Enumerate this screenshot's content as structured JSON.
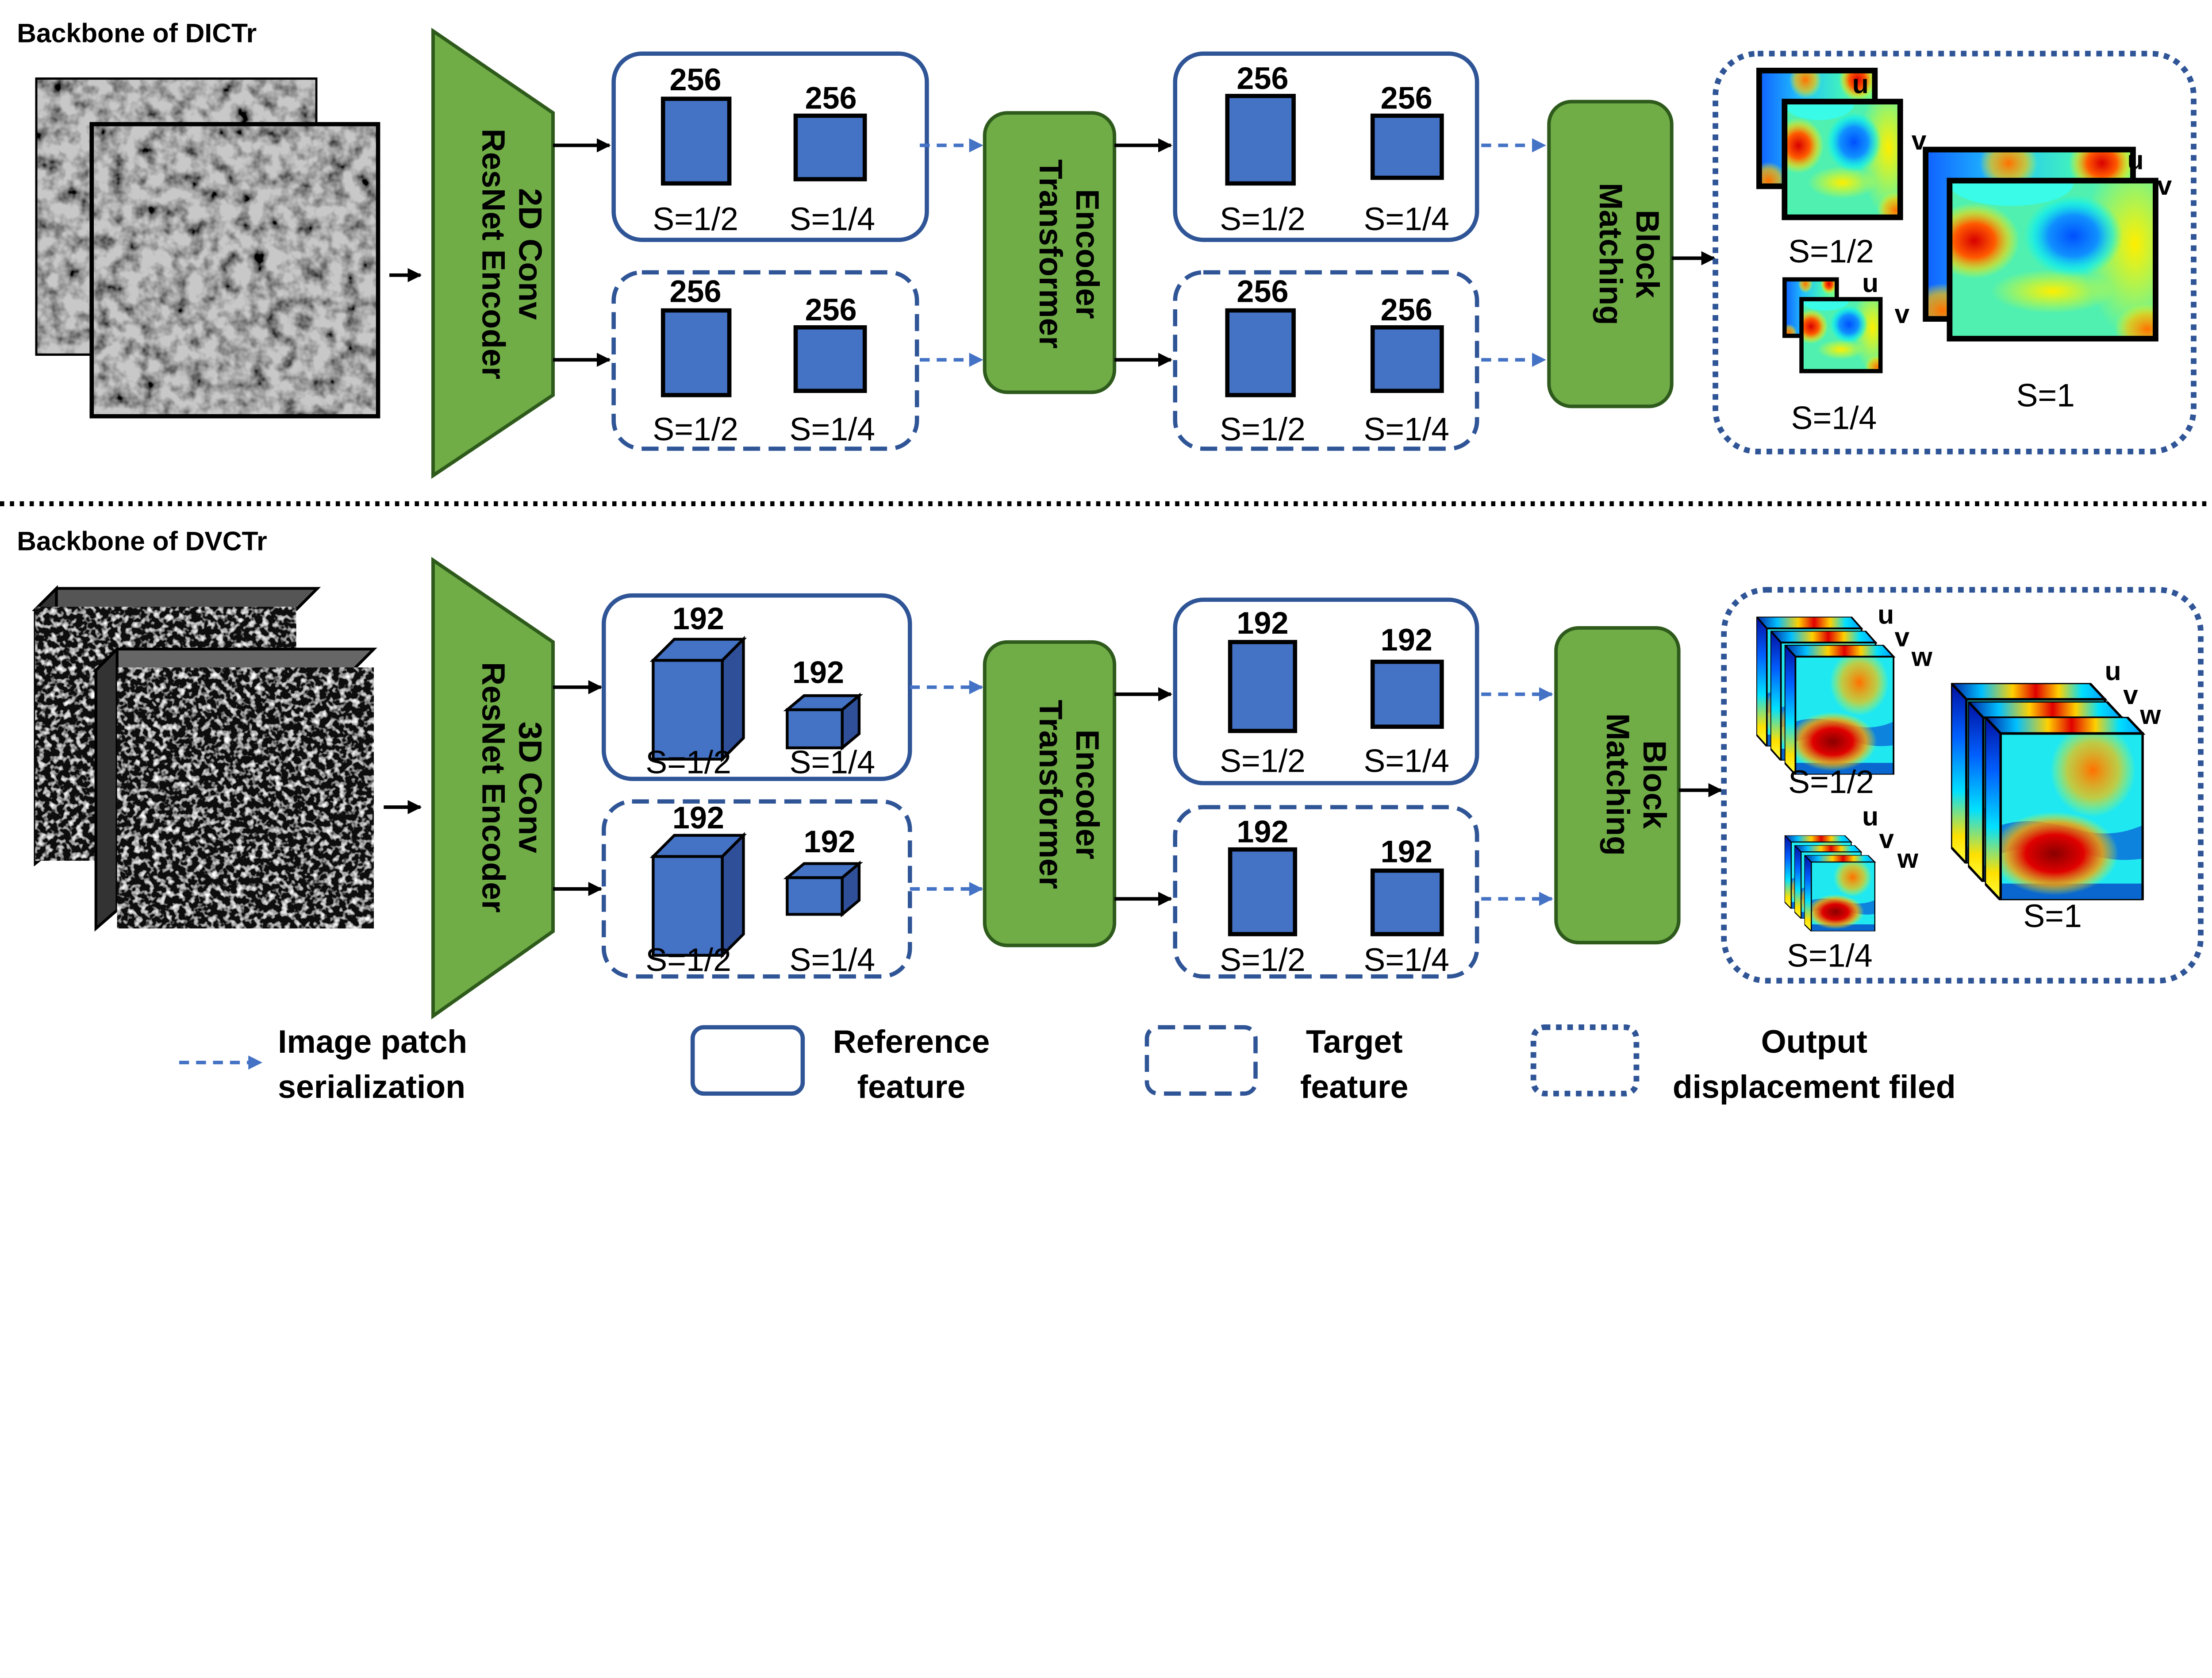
{
  "top": {
    "title": "Backbone of DICTr",
    "encoder": [
      "ResNet Encoder",
      "2D Conv"
    ],
    "transformer": [
      "Transformer",
      "Encoder"
    ],
    "matching": [
      "Matching",
      "Block"
    ],
    "channels": "256",
    "scale_half": "S=1/2",
    "scale_quarter": "S=1/4",
    "scale_full": "S=1",
    "components": [
      "u",
      "v"
    ]
  },
  "bottom": {
    "title": "Backbone of DVCTr",
    "encoder": [
      "ResNet Encoder",
      "3D Conv"
    ],
    "transformer": [
      "Transformer",
      "Encoder"
    ],
    "matching": [
      "Matching",
      "Block"
    ],
    "channels": "192",
    "scale_half": "S=1/2",
    "scale_quarter": "S=1/4",
    "scale_full": "S=1",
    "components": [
      "u",
      "v",
      "w"
    ]
  },
  "legend": {
    "serialization": [
      "Image patch",
      "serialization"
    ],
    "reference": [
      "Reference",
      "feature"
    ],
    "target": [
      "Target",
      "feature"
    ],
    "output": [
      "Output",
      "displacement filed"
    ]
  },
  "colors": {
    "feature_blue": "#4472C4",
    "box_border": "#2F5597",
    "block_green": "#70AD47"
  }
}
